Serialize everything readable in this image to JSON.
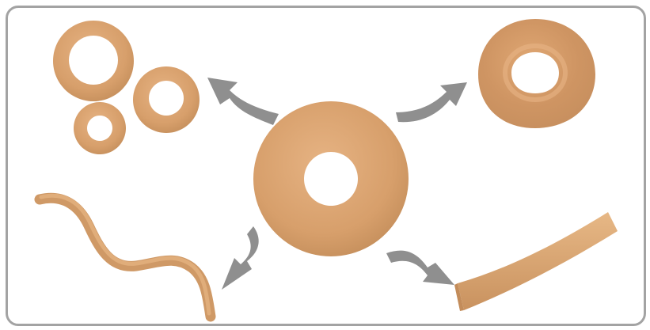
{
  "scene": {
    "description_items": [
      {
        "name": "center-disc",
        "kind": "flat ring"
      },
      {
        "name": "small-rings",
        "kind": "three small rings"
      },
      {
        "name": "convex-ring",
        "kind": "domed ring"
      },
      {
        "name": "wavy-strip",
        "kind": "rolled strip"
      },
      {
        "name": "flat-strip",
        "kind": "flat strip"
      }
    ]
  },
  "colors": {
    "paste": "#d9a26f",
    "paste_light": "#e7b685",
    "paste_dark": "#b98655",
    "arrow": "#8f8f8f",
    "frame": "#a3a3a3"
  },
  "icons": {
    "arrow_shape": "curved-arrow-icon"
  }
}
